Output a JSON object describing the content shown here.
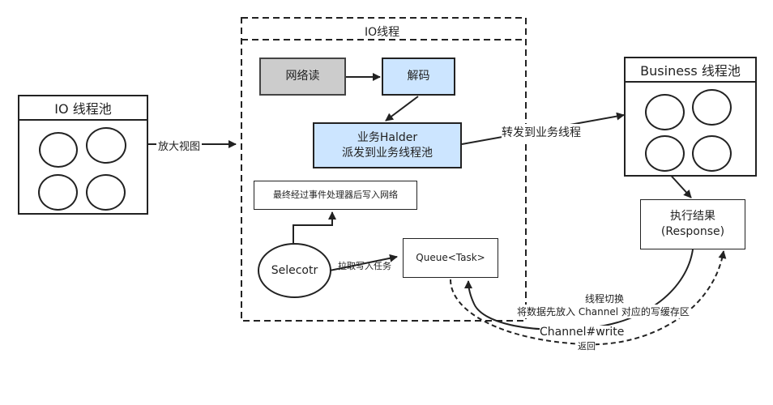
{
  "io_pool": {
    "title": "IO 线程池"
  },
  "io_thread": {
    "title": "IO线程"
  },
  "business_pool": {
    "title": "Business 线程池"
  },
  "nodes": {
    "network_read": "网络读",
    "decode": "解码",
    "business_handler_line1": "业务Halder",
    "business_handler_line2": "派发到业务线程池",
    "final_write": "最终经过事件处理器后写入网络",
    "selector": "Selecotr",
    "queue": "Queue<Task>",
    "result_line1": "执行结果",
    "result_line2": "(Response)"
  },
  "labels": {
    "zoom_view": "放大视图",
    "forward_business": "转发到业务线程",
    "pull_write_task": "拉取写入任务",
    "thread_switch": "线程切换",
    "put_buffer": "将数据先放入 Channel 对应的写缓存区",
    "channel_write": "Channel#write",
    "return": "返回"
  },
  "colors": {
    "network_read_fill": "#cccccc",
    "blue_fill": "#cce5ff",
    "line": "#222222"
  }
}
